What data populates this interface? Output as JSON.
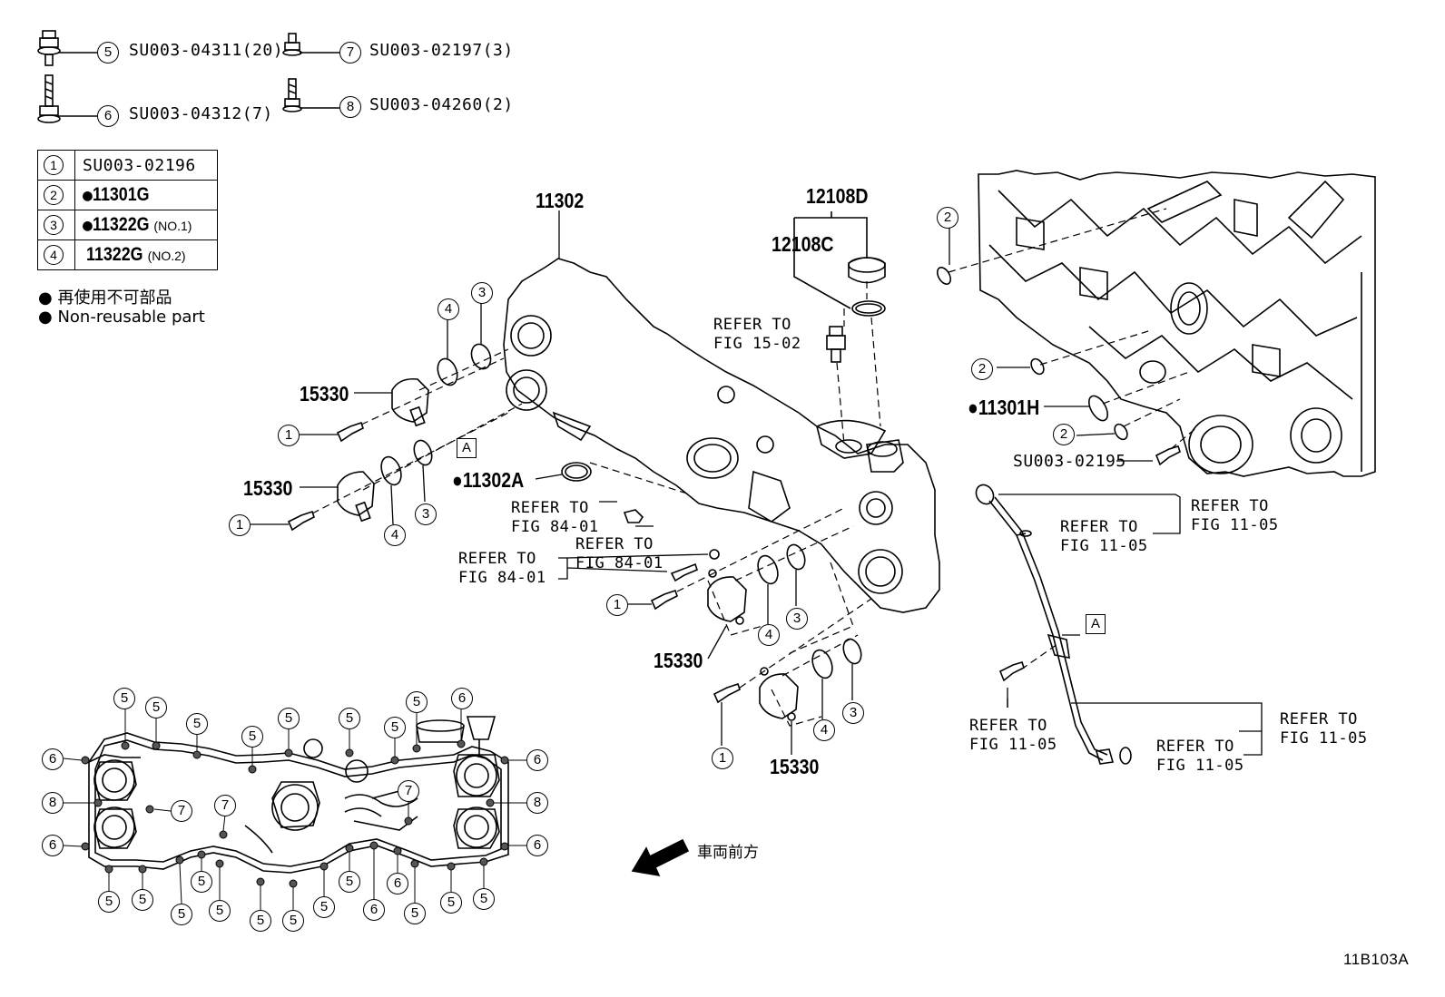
{
  "fasteners": {
    "f5": {
      "num": "5",
      "code": "SU003-04311(20)"
    },
    "f6": {
      "num": "6",
      "code": "SU003-04312(7)"
    },
    "f7": {
      "num": "7",
      "code": "SU003-02197(3)"
    },
    "f8": {
      "num": "8",
      "code": "SU003-04260(2)"
    }
  },
  "legend": {
    "rows": [
      {
        "num": "1",
        "part": "SU003-02196",
        "suffix": "",
        "nonreusable": false
      },
      {
        "num": "2",
        "part": "11301G",
        "suffix": "",
        "nonreusable": true
      },
      {
        "num": "3",
        "part": "11322G",
        "suffix": "(NO.1)",
        "nonreusable": true
      },
      {
        "num": "4",
        "part": "11322G",
        "suffix": "(NO.2)",
        "nonreusable": false
      }
    ],
    "note_jp": "再使用不可部品",
    "note_en": "Non-reusable part",
    "bullet": "●"
  },
  "parts": {
    "p11302": "11302",
    "p12108D": "12108D",
    "p12108C": "12108C",
    "p15330_a": "15330",
    "p15330_b": "15330",
    "p15330_c": "15330",
    "p15330_d": "15330",
    "p11302A": "11302A",
    "p11301H": "11301H",
    "pSU02195": "SU003-02195"
  },
  "refs": {
    "r1502": "REFER TO\nFIG 15-02",
    "r8401a": "REFER TO\nFIG 84-01",
    "r8401b": "REFER TO\nFIG 84-01",
    "r8401c": "REFER TO\nFIG 84-01",
    "r1105a": "REFER TO\nFIG 11-05",
    "r1105b": "REFER TO\nFIG 11-05",
    "r1105c": "REFER TO\nFIG 11-05",
    "r1105d": "REFER TO\nFIG 11-05",
    "r1105e": "REFER TO\nFIG 11-05"
  },
  "box_label": "A",
  "front_label": "車両前方",
  "figure_id": "11B103A",
  "callouts": {
    "c1": "1",
    "c2": "2",
    "c3": "3",
    "c4": "4",
    "c5": "5",
    "c6": "6",
    "c7": "7",
    "c8": "8"
  }
}
